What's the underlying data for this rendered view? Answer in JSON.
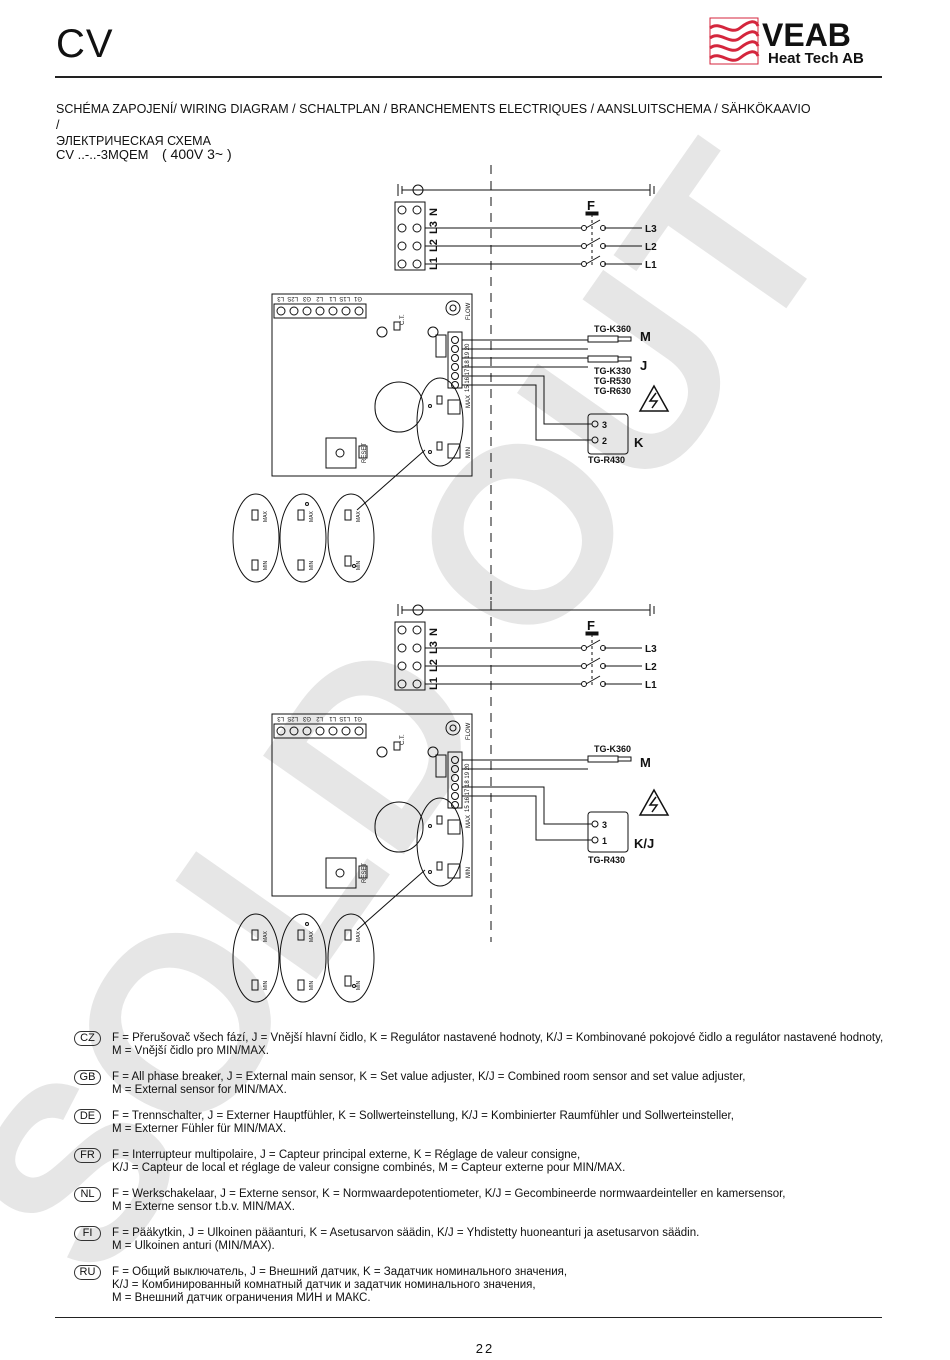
{
  "header": {
    "title": "CV",
    "brand_name": "VEAB",
    "brand_sub": "Heat Tech AB",
    "brand_color": "#d4263d"
  },
  "heading_line1": "SCHÉMA ZAPOJENÍ/  WIRING DIAGRAM  /  SCHALTPLAN  /  BRANCHEMENTS ELECTRIQUES  /  AANSLUITSCHEMA  /  SÄHKÖKAAVIO  /",
  "heading_line2": "ЭЛЕКТРИЧЕСКАЯ СХЕМА",
  "model": "CV ..-..-3MQEM",
  "voltage": "( 400V 3~ )",
  "watermark": "SOLD OUT",
  "diagram1": {
    "terminals": [
      "N",
      "L3",
      "L2",
      "L1"
    ],
    "breaker": "F",
    "phases": [
      "L3",
      "L2",
      "L1"
    ],
    "board_labels": [
      "G1",
      "L1S",
      "L1",
      "L2",
      "G3",
      "L2S",
      "L3"
    ],
    "ct_label": "C.T.",
    "flow_label": "FLOW",
    "terminal_numbers": "15 16 17 18 19 20",
    "max_label": "MAX",
    "min_label": "MIN",
    "reset_label": "RESET",
    "sensor_m_model": "TG-K360",
    "sensor_m": "M",
    "sensor_j_models": [
      "TG-K330",
      "TG-R530",
      "TG-R630"
    ],
    "sensor_j": "J",
    "k_terminals": [
      "3",
      "2"
    ],
    "k_label": "K",
    "k_model": "TG-R430"
  },
  "diagram2": {
    "terminals": [
      "N",
      "L3",
      "L2",
      "L1"
    ],
    "breaker": "F",
    "phases": [
      "L3",
      "L2",
      "L1"
    ],
    "board_labels": [
      "G1",
      "L1S",
      "L1",
      "L2",
      "G3",
      "L2S",
      "L3"
    ],
    "ct_label": "C.T.",
    "flow_label": "FLOW",
    "terminal_numbers": "15 16 17 18 19 20",
    "max_label": "MAX",
    "min_label": "MIN",
    "reset_label": "RESET",
    "sensor_m_model": "TG-K360",
    "sensor_m": "M",
    "k_terminals": [
      "3",
      "1"
    ],
    "kj_label": "K/J",
    "k_model": "TG-R430"
  },
  "legend": [
    {
      "code": "CZ",
      "lines": [
        "F = Přerušovač všech fází, J = Vnější hlavní čidlo, K = Regulátor nastavené hodnoty, K/J =  Kombinované pokojové čidlo a regulátor nastavené hodnoty,",
        "M = Vnější čidlo pro MIN/MAX."
      ]
    },
    {
      "code": "GB",
      "lines": [
        "F = All phase breaker,  J = External main sensor,  K = Set value adjuster,  K/J = Combined room sensor and set value adjuster,",
        "M = External sensor for MIN/MAX."
      ]
    },
    {
      "code": "DE",
      "lines": [
        "F = Trennschalter,  J = Externer Hauptfühler,  K = Sollwerteinstellung,  K/J = Kombinierter Raumfühler und Sollwerteinsteller,",
        "M = Externer Fühler für MIN/MAX."
      ]
    },
    {
      "code": "FR",
      "lines": [
        "F = Interrupteur multipolaire,  J = Capteur principal externe,  K = Réglage de valeur consigne,",
        "K/J = Capteur de local et réglage de valeur consigne combinés,  M = Capteur externe pour MIN/MAX."
      ]
    },
    {
      "code": "NL",
      "lines": [
        "F = Werkschakelaar,  J = Externe sensor,  K = Normwaardepotentiometer,  K/J = Gecombineerde normwaardeinteller en kamersensor,",
        "M = Externe sensor t.b.v. MIN/MAX."
      ]
    },
    {
      "code": "FI",
      "lines": [
        "F = Pääkytkin,  J = Ulkoinen pääanturi,  K = Asetusarvon säädin,  K/J = Yhdistetty huoneanturi ja asetusarvon säädin.",
        "M = Ulkoinen anturi (MIN/MAX)."
      ]
    },
    {
      "code": "RU",
      "lines": [
        "F = Общий выключатель,  J = Внешний датчик,  K = Задатчик номинального значения,",
        "K/J = Комбинированный комнатный датчик и задатчик номинального значения,",
        "M = Внешний датчик ограничения МИН и МАКС."
      ]
    }
  ],
  "page_number": "22"
}
